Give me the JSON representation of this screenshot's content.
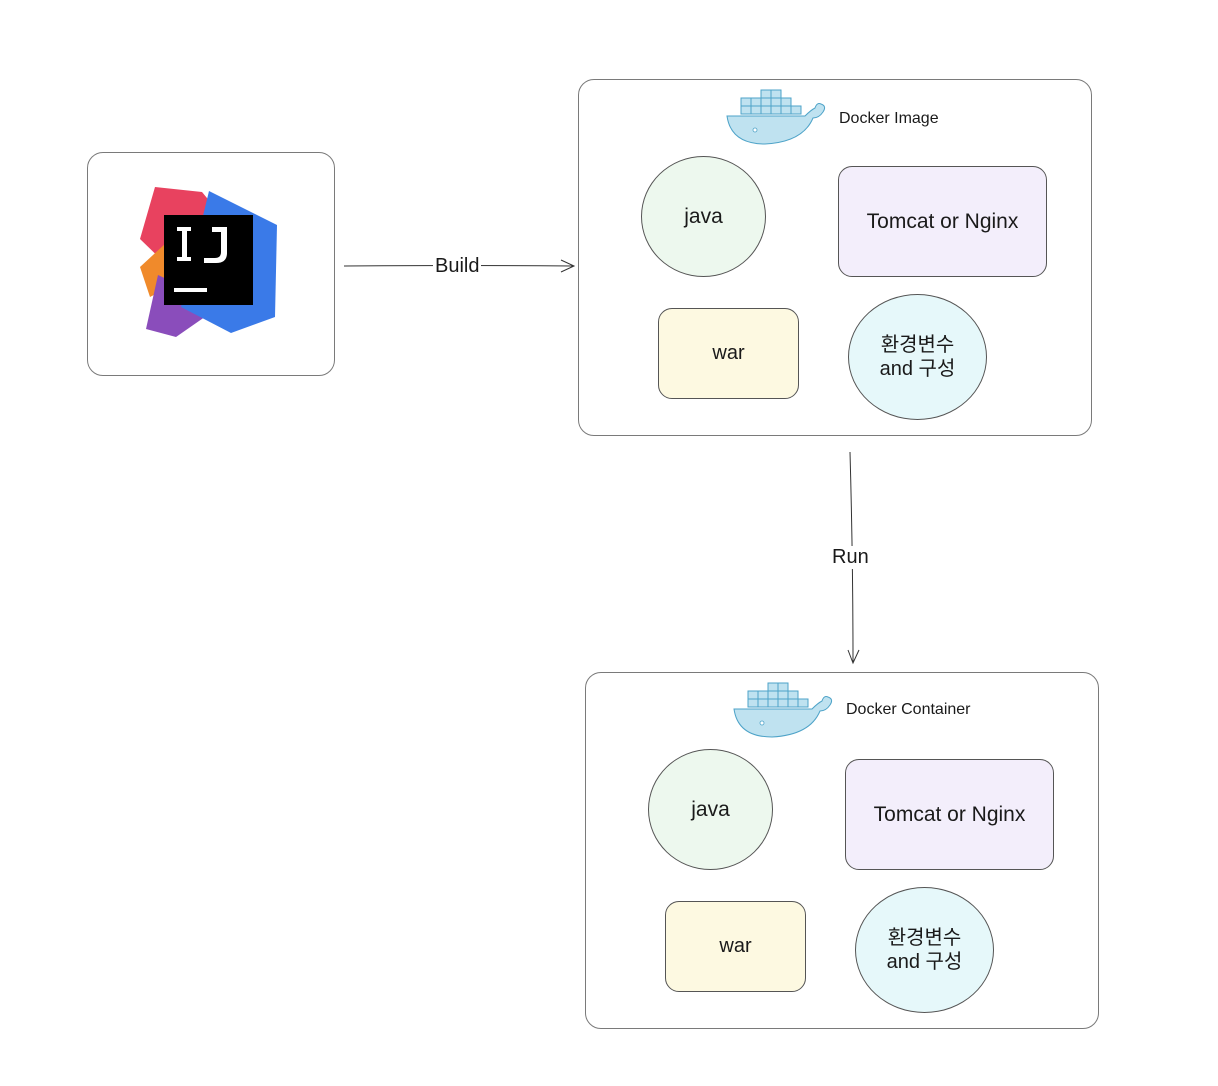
{
  "edges": {
    "build_label": "Build",
    "run_label": "Run"
  },
  "docker_image": {
    "title": "Docker Image",
    "java": "java",
    "tomcat": "Tomcat or Nginx",
    "war": "war",
    "env_line1": "환경변수",
    "env_line2": "and 구성"
  },
  "docker_container": {
    "title": "Docker Container",
    "java": "java",
    "tomcat": "Tomcat or Nginx",
    "war": "war",
    "env_line1": "환경변수",
    "env_line2": "and 구성"
  },
  "icons": {
    "ide_logo": "intellij-logo-icon",
    "docker": "docker-whale-icon"
  },
  "colors": {
    "java_fill": "#edf8ee",
    "tomcat_fill": "#f3eefb",
    "war_fill": "#fdf9e1",
    "env_fill": "#e6f8fa",
    "whale": "#4ea3c8"
  }
}
